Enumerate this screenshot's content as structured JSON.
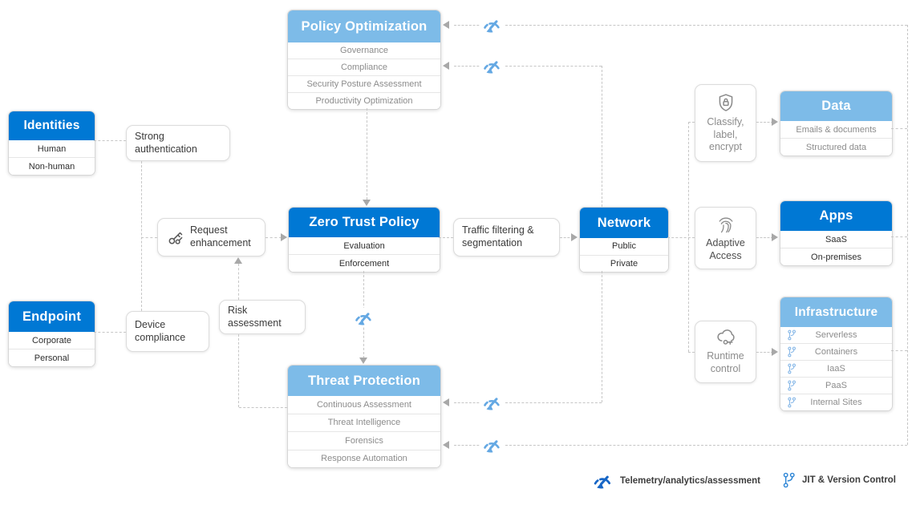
{
  "colors": {
    "primary_blue": "#0078d4",
    "light_blue": "#7dbbe8",
    "telemetry_icon_blue": "#64a8e3",
    "legend_telemetry_blue": "#1766c6",
    "legend_jit_blue": "#2e86d6",
    "connector_gray": "#c6c6c6"
  },
  "cards": {
    "policy_optimization": {
      "title": "Policy Optimization",
      "rows": [
        "Governance",
        "Compliance",
        "Security Posture Assessment",
        "Productivity Optimization"
      ]
    },
    "identities": {
      "title": "Identities",
      "rows": [
        "Human",
        "Non-human"
      ]
    },
    "endpoint": {
      "title": "Endpoint",
      "rows": [
        "Corporate",
        "Personal"
      ]
    },
    "zero_trust_policy": {
      "title": "Zero Trust Policy",
      "rows": [
        "Evaluation",
        "Enforcement"
      ]
    },
    "network": {
      "title": "Network",
      "rows": [
        "Public",
        "Private"
      ]
    },
    "data": {
      "title": "Data",
      "rows": [
        "Emails & documents",
        "Structured data"
      ]
    },
    "apps": {
      "title": "Apps",
      "rows": [
        "SaaS",
        "On-premises"
      ]
    },
    "infrastructure": {
      "title": "Infrastructure",
      "rows": [
        "Serverless",
        "Containers",
        "IaaS",
        "PaaS",
        "Internal Sites"
      ]
    },
    "threat_protection": {
      "title": "Threat Protection",
      "rows": [
        "Continuous Assessment",
        "Threat Intelligence",
        "Forensics",
        "Response Automation"
      ]
    }
  },
  "labels": {
    "strong_authentication": "Strong authentication",
    "device_compliance": "Device compliance",
    "request_enhancement": "Request enhancement",
    "risk_assessment": "Risk assessment",
    "traffic_filtering": "Traffic filtering & segmentation",
    "classify_label_encrypt": "Classify, label, encrypt",
    "adaptive_access": "Adaptive Access",
    "runtime_control": "Runtime control"
  },
  "legend": {
    "telemetry": "Telemetry/analytics/assessment",
    "jit": "JIT & Version Control"
  }
}
